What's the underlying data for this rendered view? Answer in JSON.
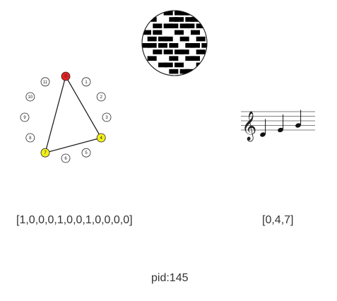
{
  "clock": {
    "positions": [
      "0",
      "1",
      "2",
      "3",
      "4",
      "5",
      "6",
      "7",
      "8",
      "9",
      "10",
      "11"
    ],
    "active_pcs": [
      0,
      4,
      7
    ],
    "root_pc": 0,
    "colors": {
      "root": "#e52222",
      "member": "#f2ef1c",
      "inactive": "#ffffff",
      "stroke": "#222222"
    }
  },
  "pattern_disc": {
    "grid_rows": 10,
    "grid_cols": 12,
    "filled_cells": [
      [
        0,
        4
      ],
      [
        0,
        6
      ],
      [
        0,
        7
      ],
      [
        0,
        8
      ],
      [
        1,
        1
      ],
      [
        1,
        5
      ],
      [
        1,
        6
      ],
      [
        1,
        8
      ],
      [
        1,
        9
      ],
      [
        2,
        2
      ],
      [
        2,
        4
      ],
      [
        2,
        5
      ],
      [
        2,
        7
      ],
      [
        2,
        8
      ],
      [
        2,
        10
      ],
      [
        3,
        0
      ],
      [
        3,
        2
      ],
      [
        3,
        6
      ],
      [
        3,
        9
      ],
      [
        4,
        1
      ],
      [
        4,
        3
      ],
      [
        4,
        4
      ],
      [
        4,
        7
      ],
      [
        4,
        10
      ],
      [
        5,
        0
      ],
      [
        5,
        1
      ],
      [
        5,
        3
      ],
      [
        5,
        5
      ],
      [
        5,
        8
      ],
      [
        5,
        9
      ],
      [
        5,
        11
      ],
      [
        6,
        2
      ],
      [
        6,
        4
      ],
      [
        6,
        6
      ],
      [
        6,
        7
      ],
      [
        6,
        10
      ],
      [
        7,
        1
      ],
      [
        7,
        5
      ],
      [
        7,
        8
      ],
      [
        7,
        9
      ],
      [
        8,
        3
      ],
      [
        8,
        4
      ],
      [
        8,
        6
      ],
      [
        8,
        10
      ],
      [
        9,
        5
      ],
      [
        9,
        7
      ],
      [
        9,
        8
      ]
    ],
    "fill_color": "#000000"
  },
  "staff": {
    "clef": "𝄞",
    "notes_semitones": [
      0,
      4,
      7
    ]
  },
  "labels": {
    "binary_vector": "[1,0,0,0,1,0,0,1,0,0,0,0]",
    "pc_set": "[0,4,7]",
    "pid": "pid:145"
  }
}
